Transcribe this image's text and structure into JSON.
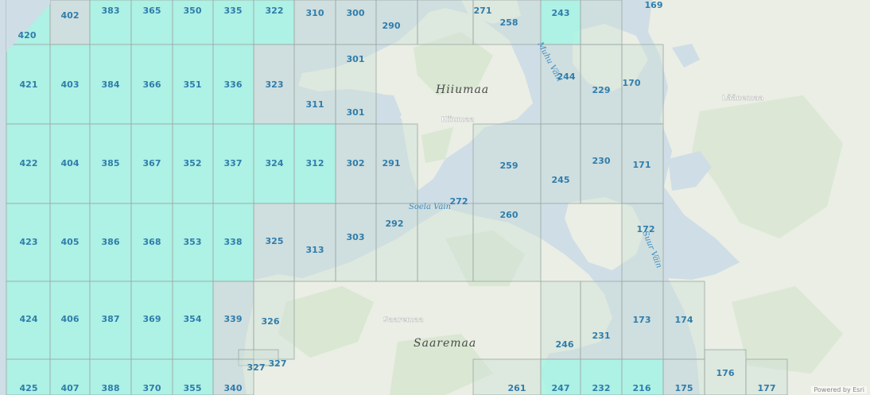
{
  "map": {
    "colors": {
      "water": "#cfdde6",
      "land": "#eaeee4",
      "forest": "#d6e5ce",
      "sea_cell_fill": "#a8f4e4",
      "land_cell_fill": "#cfe0d8",
      "grid_line": "#9aa7a3",
      "label": "#2f7dab"
    },
    "place_names": [
      {
        "id": "hiiumaa-large",
        "text": "Hiiumaa"
      },
      {
        "id": "hiiumaa-small",
        "text": "Hiiumaa"
      },
      {
        "id": "saaremaa-large",
        "text": "Saaremaa"
      },
      {
        "id": "saaremaa-small",
        "text": "Saaremaa"
      },
      {
        "id": "laanemaa",
        "text": "Läänemaa"
      }
    ],
    "water_names": [
      {
        "id": "muhu-vain",
        "text": "Muhu Väin"
      },
      {
        "id": "soela-vain",
        "text": "Soela Väin"
      },
      {
        "id": "suur-vain",
        "text": "Suur Väin"
      }
    ],
    "cells": [
      {
        "label": "420",
        "type": "sea"
      },
      {
        "label": "402",
        "type": "land"
      },
      {
        "label": "383",
        "type": "sea"
      },
      {
        "label": "365",
        "type": "sea"
      },
      {
        "label": "350",
        "type": "sea"
      },
      {
        "label": "335",
        "type": "sea"
      },
      {
        "label": "322",
        "type": "sea"
      },
      {
        "label": "310",
        "type": "land"
      },
      {
        "label": "300",
        "type": "land"
      },
      {
        "label": "290",
        "type": "land"
      },
      {
        "label": "271",
        "type": "land"
      },
      {
        "label": "258",
        "type": "land"
      },
      {
        "label": "243",
        "type": "sea"
      },
      {
        "label": "169",
        "type": "land"
      },
      {
        "label": "421",
        "type": "sea"
      },
      {
        "label": "403",
        "type": "sea"
      },
      {
        "label": "384",
        "type": "sea"
      },
      {
        "label": "366",
        "type": "sea"
      },
      {
        "label": "351",
        "type": "sea"
      },
      {
        "label": "336",
        "type": "sea"
      },
      {
        "label": "323",
        "type": "land"
      },
      {
        "label": "311",
        "type": "land"
      },
      {
        "label": "301",
        "type": "land"
      },
      {
        "label": "301",
        "type": "land"
      },
      {
        "label": "244",
        "type": "land"
      },
      {
        "label": "229",
        "type": "land"
      },
      {
        "label": "170",
        "type": "land"
      },
      {
        "label": "422",
        "type": "sea"
      },
      {
        "label": "404",
        "type": "sea"
      },
      {
        "label": "385",
        "type": "sea"
      },
      {
        "label": "367",
        "type": "sea"
      },
      {
        "label": "352",
        "type": "sea"
      },
      {
        "label": "337",
        "type": "sea"
      },
      {
        "label": "324",
        "type": "sea"
      },
      {
        "label": "312",
        "type": "sea"
      },
      {
        "label": "302",
        "type": "land"
      },
      {
        "label": "291",
        "type": "land"
      },
      {
        "label": "259",
        "type": "land"
      },
      {
        "label": "245",
        "type": "land"
      },
      {
        "label": "230",
        "type": "land"
      },
      {
        "label": "171",
        "type": "land"
      },
      {
        "label": "423",
        "type": "sea"
      },
      {
        "label": "405",
        "type": "sea"
      },
      {
        "label": "386",
        "type": "sea"
      },
      {
        "label": "368",
        "type": "sea"
      },
      {
        "label": "353",
        "type": "sea"
      },
      {
        "label": "338",
        "type": "sea"
      },
      {
        "label": "325",
        "type": "land"
      },
      {
        "label": "313",
        "type": "land"
      },
      {
        "label": "303",
        "type": "land"
      },
      {
        "label": "292",
        "type": "land"
      },
      {
        "label": "272",
        "type": "land"
      },
      {
        "label": "260",
        "type": "land"
      },
      {
        "label": "172",
        "type": "land"
      },
      {
        "label": "424",
        "type": "sea"
      },
      {
        "label": "406",
        "type": "sea"
      },
      {
        "label": "387",
        "type": "sea"
      },
      {
        "label": "369",
        "type": "sea"
      },
      {
        "label": "354",
        "type": "sea"
      },
      {
        "label": "339",
        "type": "land"
      },
      {
        "label": "326",
        "type": "land"
      },
      {
        "label": "246",
        "type": "land"
      },
      {
        "label": "231",
        "type": "land"
      },
      {
        "label": "173",
        "type": "land"
      },
      {
        "label": "174",
        "type": "land"
      },
      {
        "label": "327",
        "type": "land"
      },
      {
        "label": "327",
        "type": "land"
      },
      {
        "label": "425",
        "type": "sea"
      },
      {
        "label": "407",
        "type": "sea"
      },
      {
        "label": "388",
        "type": "sea"
      },
      {
        "label": "370",
        "type": "sea"
      },
      {
        "label": "355",
        "type": "sea"
      },
      {
        "label": "340",
        "type": "land"
      },
      {
        "label": "261",
        "type": "land"
      },
      {
        "label": "247",
        "type": "sea"
      },
      {
        "label": "232",
        "type": "sea"
      },
      {
        "label": "216",
        "type": "sea"
      },
      {
        "label": "175",
        "type": "land"
      },
      {
        "label": "176",
        "type": "land"
      },
      {
        "label": "177",
        "type": "land"
      }
    ],
    "attribution": "Powered by Esri"
  }
}
